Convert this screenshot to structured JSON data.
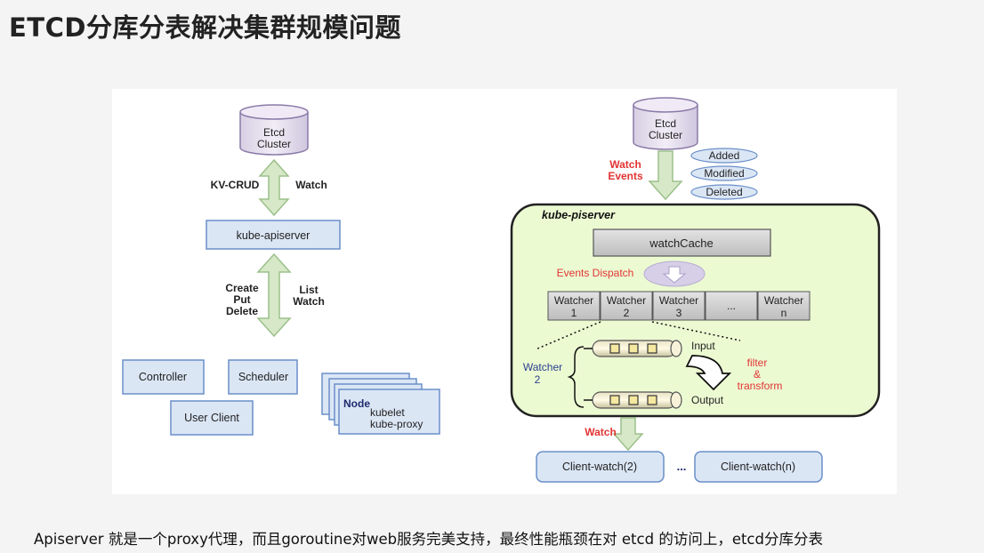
{
  "title": "ETCD分库分表解决集群规模问题",
  "left_diagram": {
    "etcd": [
      "Etcd",
      "Cluster"
    ],
    "kv_crud": "KV-CRUD",
    "watch": "Watch",
    "apiserver": "kube-apiserver",
    "ops": [
      "Create",
      "Put",
      "Delete"
    ],
    "list_watch": [
      "List",
      "Watch"
    ],
    "controller": "Controller",
    "scheduler": "Scheduler",
    "user_client": "User Client",
    "node_title": "Node",
    "node_items": [
      "kubelet",
      "kube-proxy"
    ]
  },
  "right_diagram": {
    "etcd": [
      "Etcd",
      "Cluster"
    ],
    "watch_events": [
      "Watch",
      "Events"
    ],
    "event_types": [
      "Added",
      "Modified",
      "Deleted"
    ],
    "apiserver_label": "kube-piserver",
    "watch_cache": "watchCache",
    "events_dispatch": "Events Dispatch",
    "watchers": [
      {
        "name": "Watcher",
        "idx": "1"
      },
      {
        "name": "Watcher",
        "idx": "2"
      },
      {
        "name": "Watcher",
        "idx": "3"
      },
      {
        "name": "...",
        "idx": ""
      },
      {
        "name": "Watcher",
        "idx": "n"
      }
    ],
    "watcher2": [
      "Watcher",
      "2"
    ],
    "input": "Input",
    "output": "Output",
    "filter": [
      "filter",
      "&",
      "transform"
    ],
    "watch_out": "Watch",
    "client1": "Client-watch(2)",
    "ellipsis": "...",
    "client2": "Client-watch(n)"
  },
  "caption": "Apiserver 就是一个proxy代理，而且goroutine对web服务完美支持，最终性能瓶颈在对 etcd 的访问上，etcd分库分表",
  "colors": {
    "arrow_fill": "#d6e8c8",
    "arrow_stroke": "#9cc08a",
    "box_fill": "#dbe6f5",
    "box_stroke": "#6a8fc9",
    "db_fill": "#e6e0ee",
    "db_stroke": "#8a7aa8",
    "green_panel": "#ecfad2",
    "red_text": "#e23434"
  }
}
